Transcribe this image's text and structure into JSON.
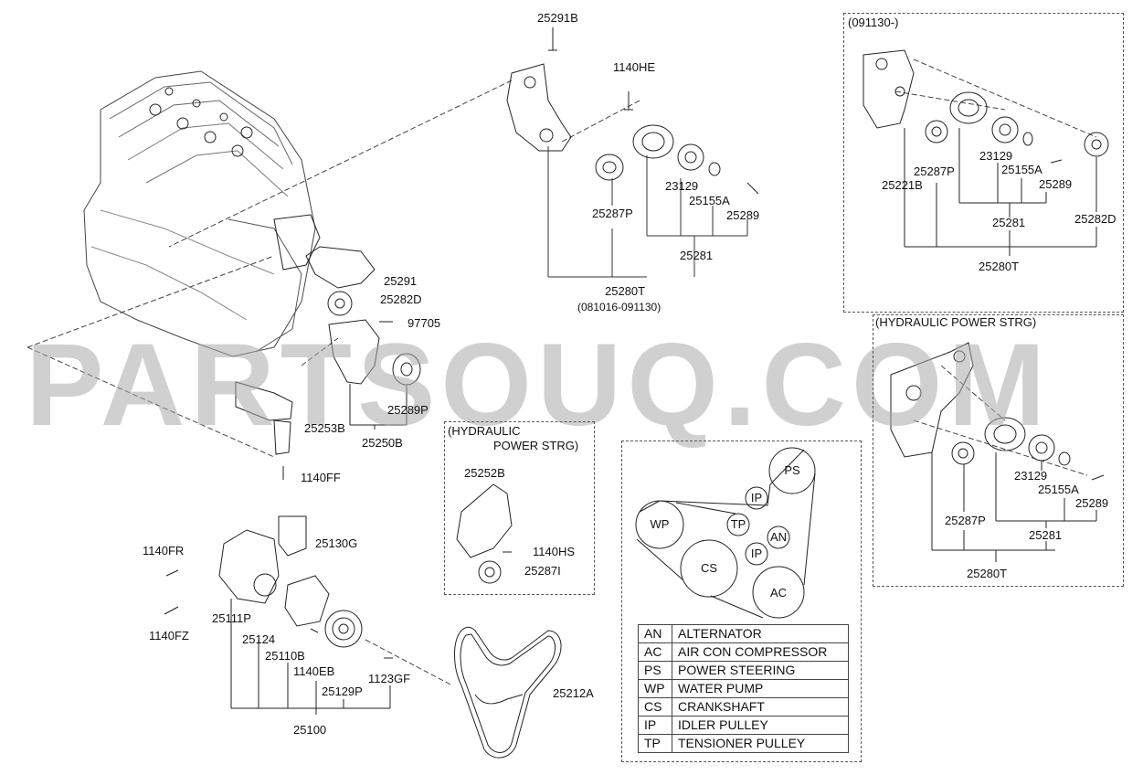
{
  "watermark": "PARTSOUQ.COM",
  "sections": {
    "top_right_range": "(091130-)",
    "hydraulic_right": "(HYDRAULIC POWER STRG)",
    "hydraulic_mid_line1": "(HYDRAULIC",
    "hydraulic_mid_line2": "POWER STRG)"
  },
  "labels": {
    "p25291B": "25291B",
    "p1140HE": "1140HE",
    "p25287P_a": "25287P",
    "p23129_a": "23129",
    "p25155A_a": "25155A",
    "p25289_a": "25289",
    "p25281_a": "25281",
    "p25280T_a": "25280T",
    "p25280T_range": "(081016-091130)",
    "p25291": "25291",
    "p25282D": "25282D",
    "p97705": "97705",
    "p25289P": "25289P",
    "p25253B": "25253B",
    "p25250B": "25250B",
    "p1140FF": "1140FF",
    "p25130G": "25130G",
    "p1140FR": "1140FR",
    "p1140FZ": "1140FZ",
    "p25111P": "25111P",
    "p25124": "25124",
    "p25110B": "25110B",
    "p1140EB": "1140EB",
    "p25129P": "25129P",
    "p1123GF": "1123GF",
    "p25100": "25100",
    "p25212A": "25212A",
    "p25252B": "25252B",
    "p1140HS": "1140HS",
    "p25287I": "25287I",
    "tr_25287P": "25287P",
    "tr_23129": "23129",
    "tr_25155A": "25155A",
    "tr_25221B": "25221B",
    "tr_25289": "25289",
    "tr_25281": "25281",
    "tr_25282D": "25282D",
    "tr_25280T": "25280T",
    "br_23129": "23129",
    "br_25155A": "25155A",
    "br_25289": "25289",
    "br_25287P": "25287P",
    "br_25281": "25281",
    "br_25280T": "25280T"
  },
  "belt_pulleys": {
    "PS": "PS",
    "IP1": "IP",
    "WP": "WP",
    "TP": "TP",
    "AN": "AN",
    "IP2": "IP",
    "CS": "CS",
    "AC": "AC"
  },
  "legend": [
    {
      "code": "AN",
      "desc": "ALTERNATOR"
    },
    {
      "code": "AC",
      "desc": "AIR CON COMPRESSOR"
    },
    {
      "code": "PS",
      "desc": "POWER STEERING"
    },
    {
      "code": "WP",
      "desc": "WATER PUMP"
    },
    {
      "code": "CS",
      "desc": "CRANKSHAFT"
    },
    {
      "code": "IP",
      "desc": "IDLER PULLEY"
    },
    {
      "code": "TP",
      "desc": "TENSIONER PULLEY"
    }
  ]
}
